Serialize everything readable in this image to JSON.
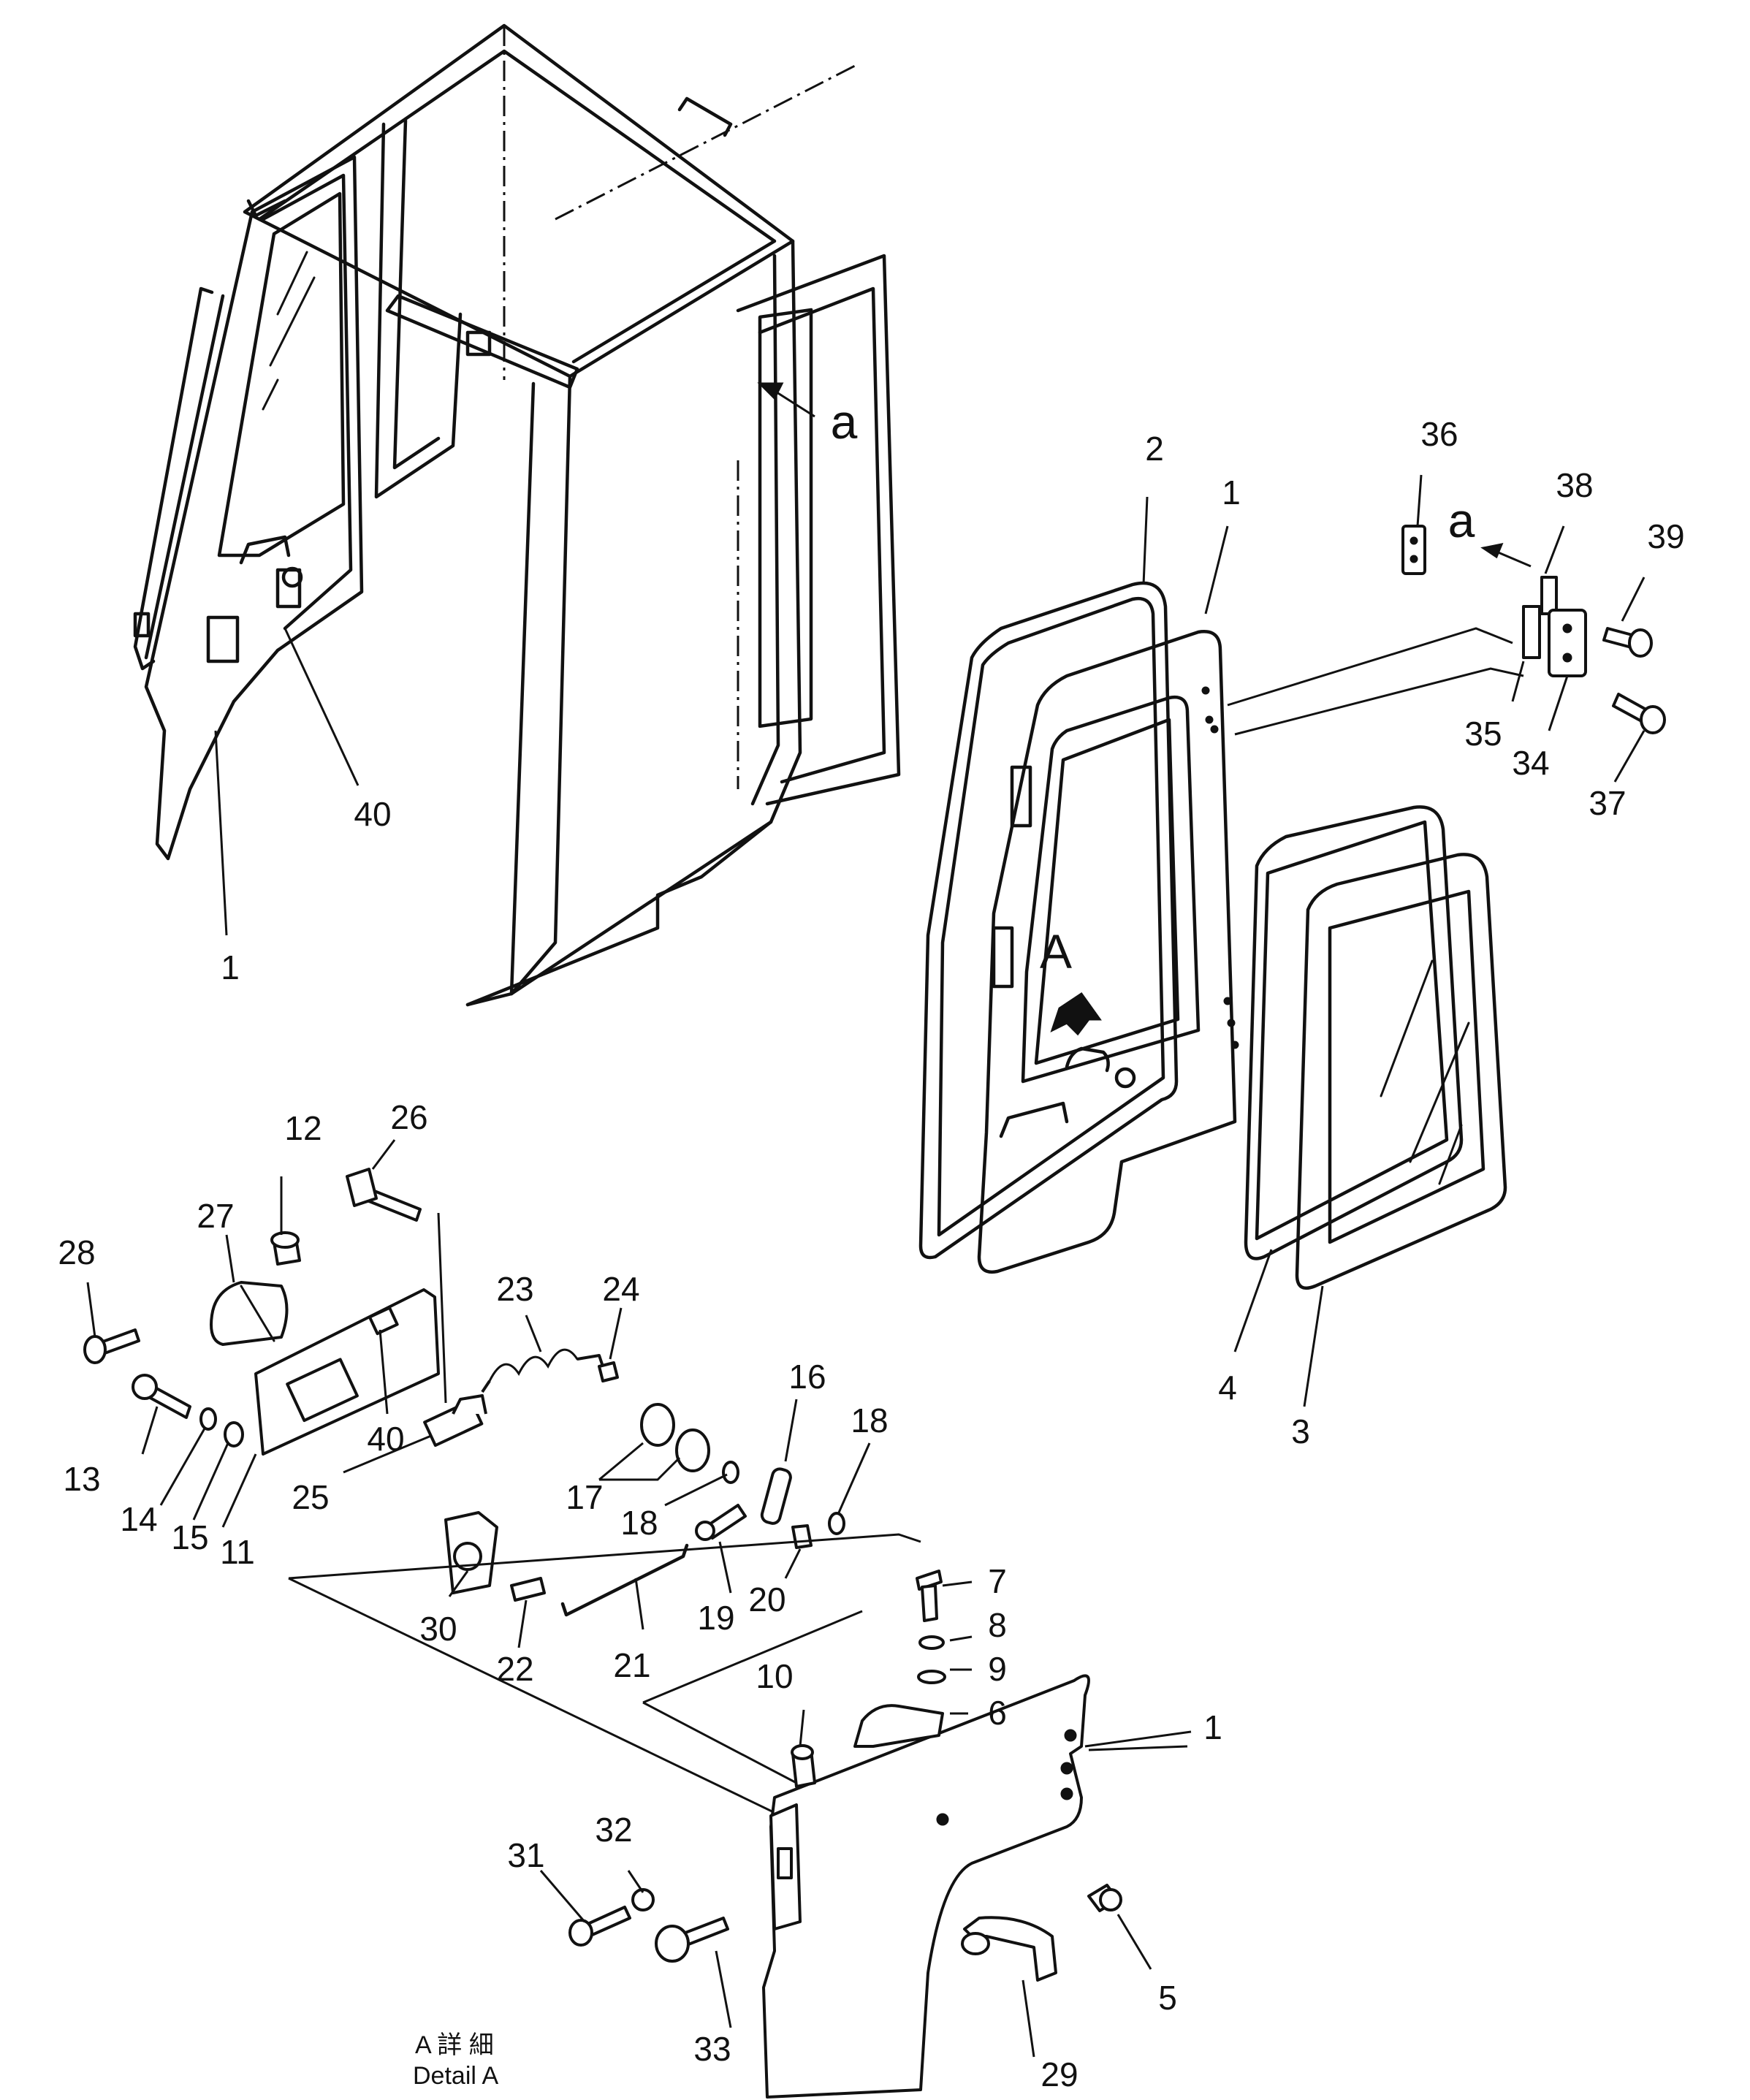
{
  "callouts": {
    "n1a": "1",
    "n1b": "1",
    "n1c": "1",
    "n2": "2",
    "n3": "3",
    "n4": "4",
    "n5": "5",
    "n6": "6",
    "n7": "7",
    "n8": "8",
    "n9": "9",
    "n10": "10",
    "n11": "11",
    "n12": "12",
    "n13": "13",
    "n14": "14",
    "n15": "15",
    "n16": "16",
    "n17": "17",
    "n18a": "18",
    "n18b": "18",
    "n19": "19",
    "n20": "20",
    "n21": "21",
    "n22": "22",
    "n23": "23",
    "n24": "24",
    "n25": "25",
    "n26": "26",
    "n27": "27",
    "n28": "28",
    "n29": "29",
    "n30": "30",
    "n31": "31",
    "n32": "32",
    "n33": "33",
    "n34": "34",
    "n35": "35",
    "n36": "36",
    "n37": "37",
    "n38": "38",
    "n39": "39",
    "n40a": "40",
    "n40b": "40"
  },
  "view_markers": {
    "a_cab": "a",
    "a_hinge": "a",
    "A_door": "A"
  },
  "detail_caption": {
    "jp": "A 詳 細",
    "en": "Detail A"
  }
}
